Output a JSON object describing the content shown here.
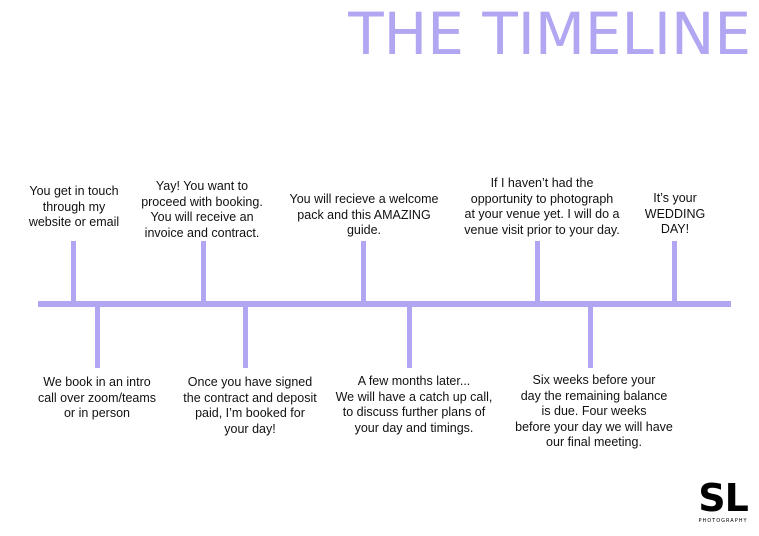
{
  "title": "THE TIMELINE",
  "colors": {
    "accent": "#b0a6f2",
    "text": "#111111"
  },
  "steps_above": [
    {
      "text": "You get in touch\nthrough my\nwebsite or email"
    },
    {
      "text": "Yay! You want to\nproceed with booking.\nYou will receive an\ninvoice and contract."
    },
    {
      "text": "You will recieve a welcome\npack and this AMAZING\nguide."
    },
    {
      "text": "If I haven’t had the\nopportunity to photograph\nat your venue yet. I will do a\nvenue visit prior to your day."
    },
    {
      "text": "It’s your\nWEDDING\nDAY!"
    }
  ],
  "steps_below": [
    {
      "text": "We book in an intro\ncall over zoom/teams\nor in person"
    },
    {
      "text": "Once you have signed\nthe contract and deposit\npaid, I’m booked for\nyour day!"
    },
    {
      "text": "A few months later...\nWe will have a catch up call,\nto discuss further plans of\nyour day and timings."
    },
    {
      "text": "Six weeks before your\nday the remaining balance\nis due. Four weeks\nbefore your day we will have\nour final meeting."
    }
  ],
  "logo": {
    "mark": "SL",
    "sub": "PHOTOGRAPHY"
  }
}
